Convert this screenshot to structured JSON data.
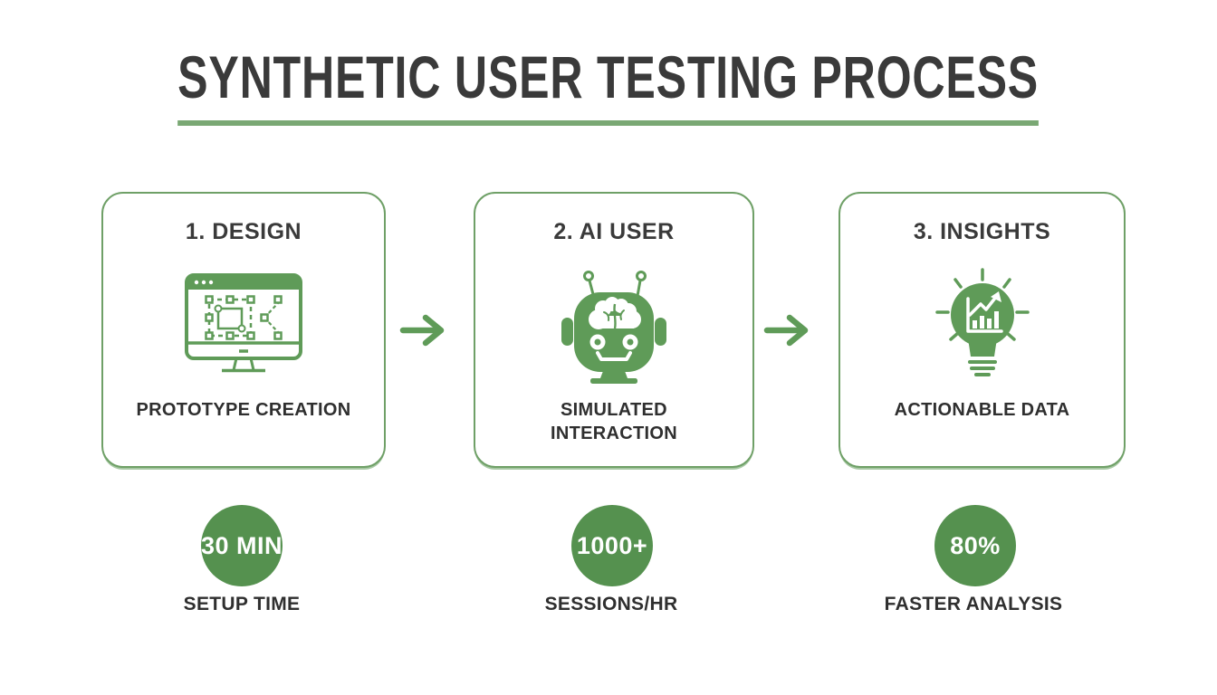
{
  "title": "SYNTHETIC USER TESTING PROCESS",
  "steps": [
    {
      "heading": "1. DESIGN",
      "caption": "PROTOTYPE CREATION",
      "icon": "prototype-monitor-icon"
    },
    {
      "heading": "2. AI USER",
      "caption": "SIMULATED INTERACTION",
      "icon": "ai-robot-icon"
    },
    {
      "heading": "3. INSIGHTS",
      "caption": "ACTIONABLE DATA",
      "icon": "lightbulb-chart-icon"
    }
  ],
  "metrics": [
    {
      "value": "30 MIN",
      "label": "SETUP TIME"
    },
    {
      "value": "1000+",
      "label": "SESSIONS/HR"
    },
    {
      "value": "80%",
      "label": "FASTER ANALYSIS"
    }
  ],
  "colors": {
    "accent_green": "#5f9b58",
    "card_border_green": "#6fa067",
    "circle_green": "#55914f",
    "underline_green": "#7aa874",
    "heading_text": "#3a3a3a",
    "body_text": "#2f2f2f"
  }
}
